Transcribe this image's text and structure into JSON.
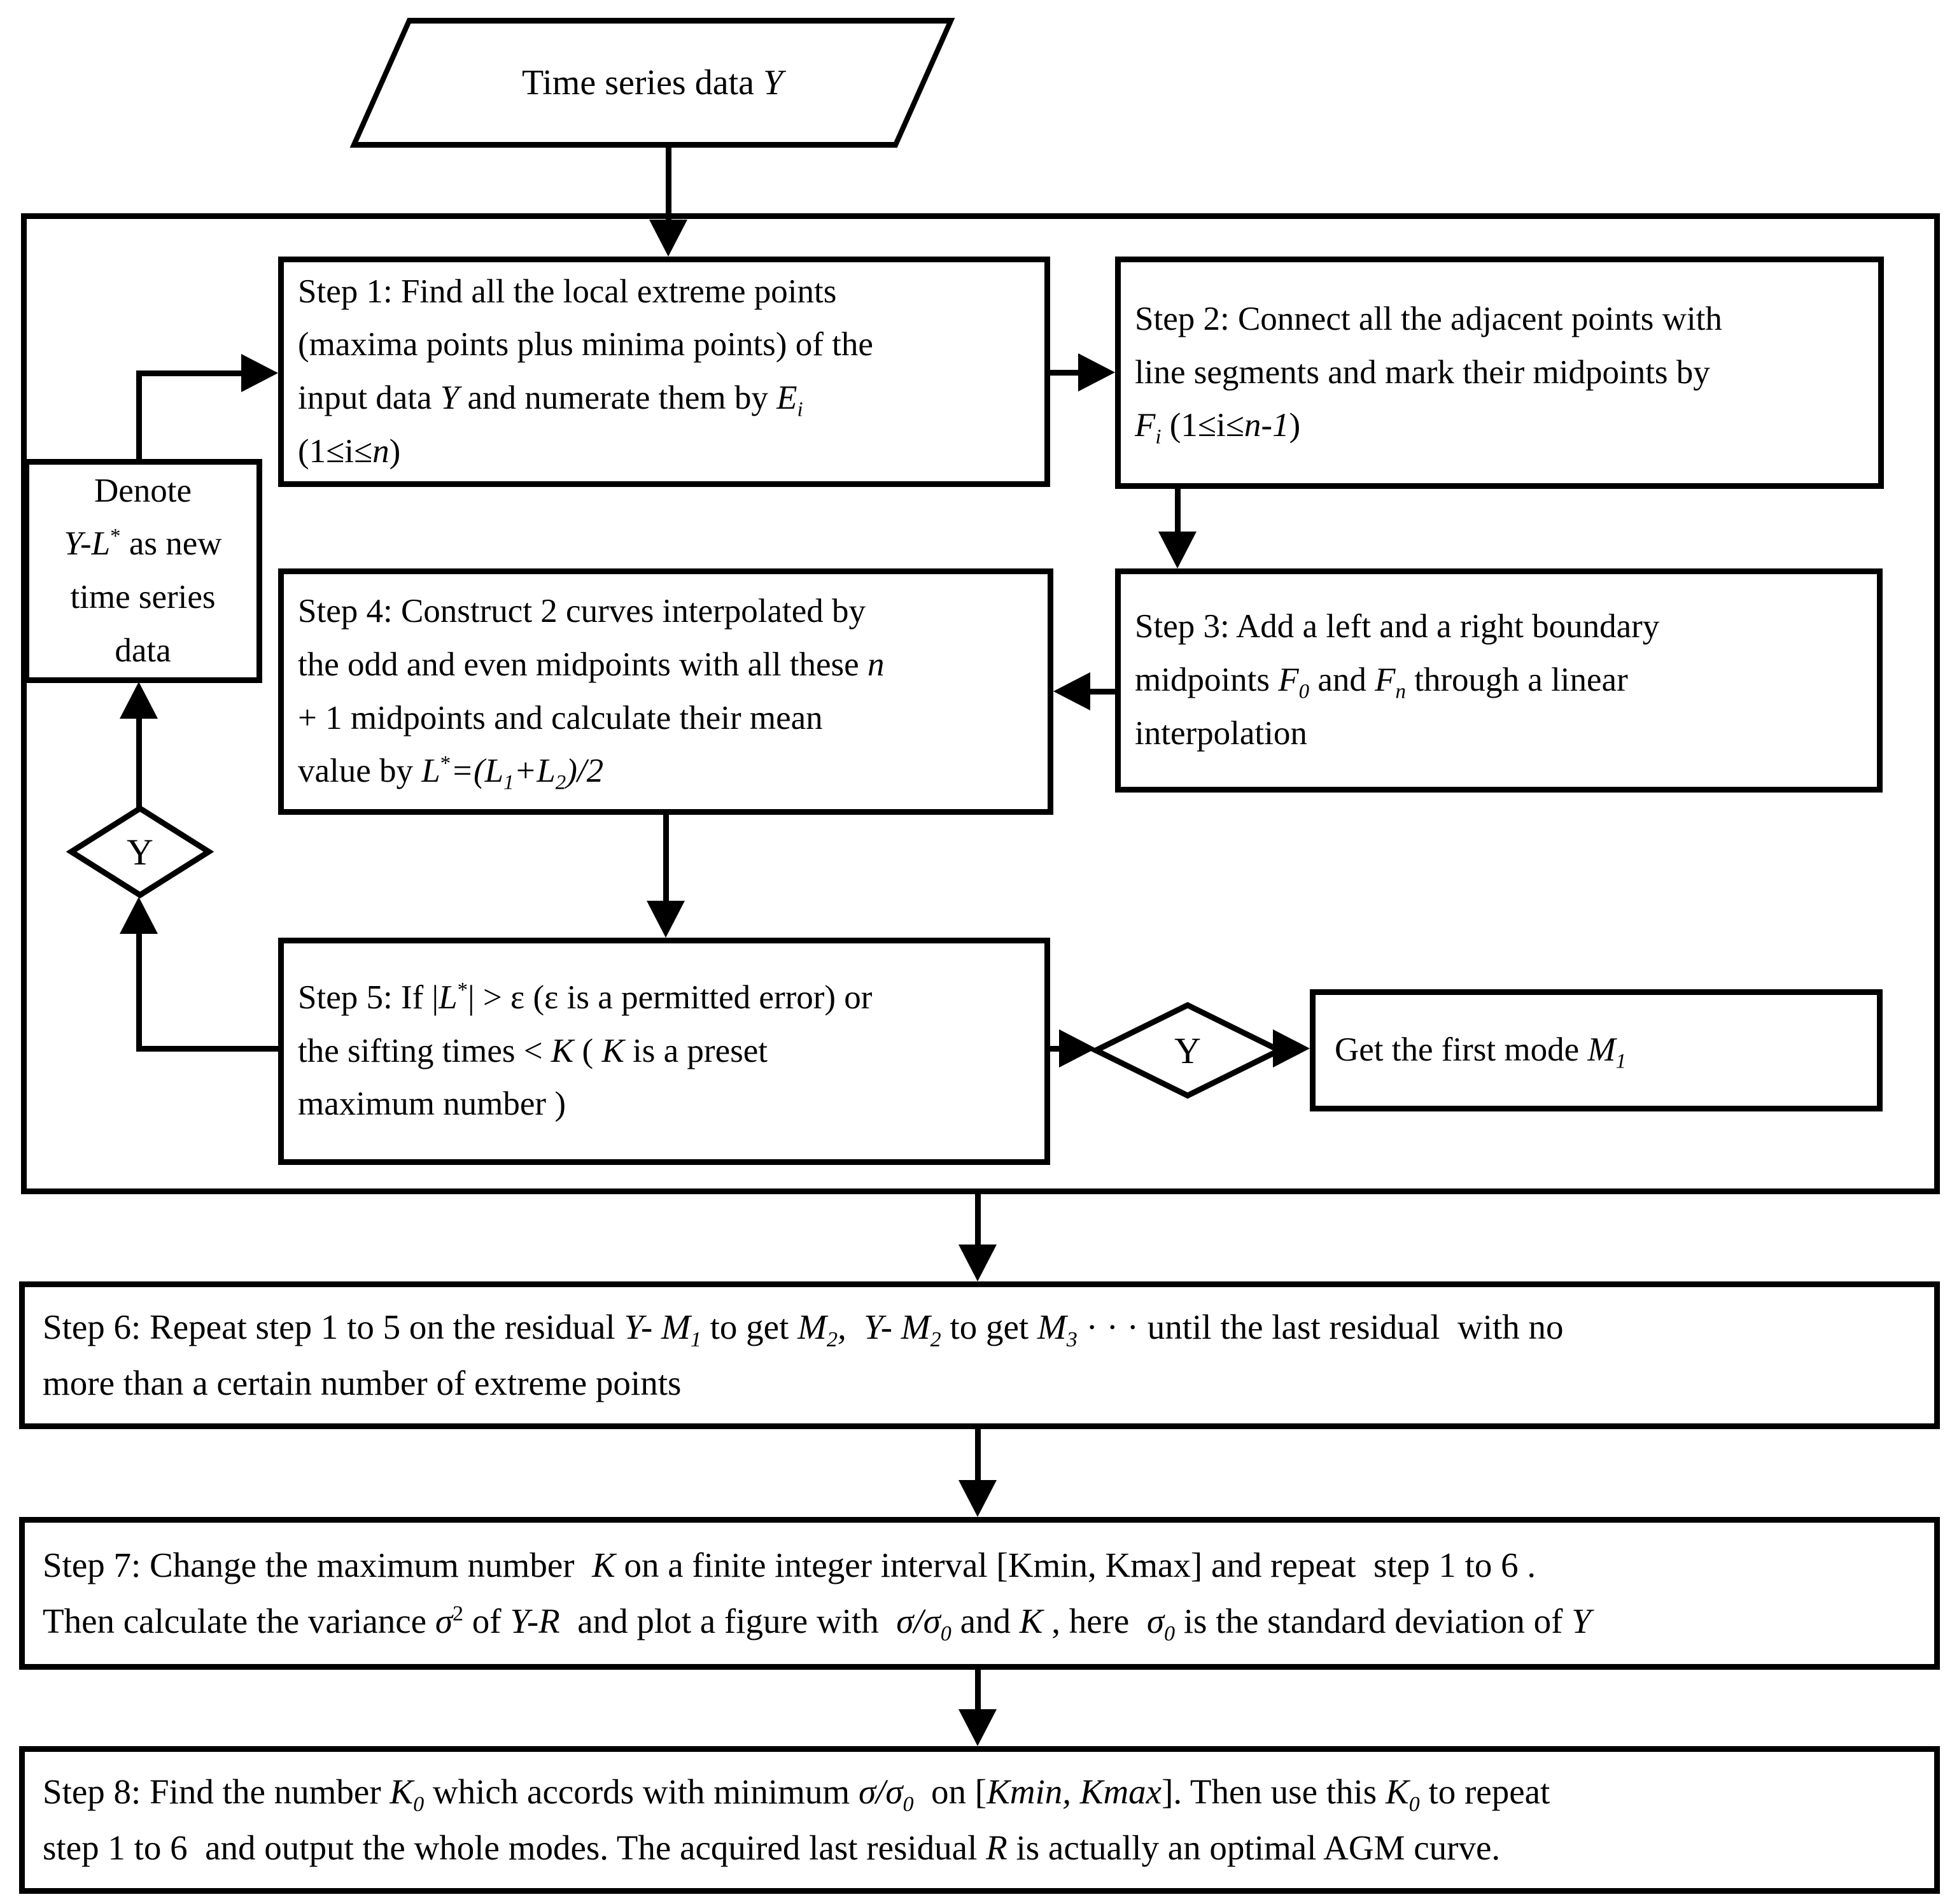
{
  "colors": {
    "line": "#000000",
    "background": "#ffffff"
  },
  "nodes": {
    "input": {
      "shape": "parallelogram",
      "text": "Time series data <i>Y</i>"
    },
    "step1": {
      "text": "Step 1: Find all the local extreme points<br>(maxima points plus minima points) of the<br>input data <i>Y</i> and numerate them by <i>E<sub>i</sub></i><br>(1≤i≤<i>n</i>)"
    },
    "step2": {
      "text": "Step 2: Connect all the adjacent points with<br>line segments and mark their midpoints by<br><i>F<sub>i</sub></i> (1≤i≤<i>n-1</i>)"
    },
    "step3": {
      "text": "Step 3: Add a left and a right boundary<br>midpoints <i>F<sub>0</sub></i> and <i>F<sub>n</sub></i> through a linear<br>interpolation"
    },
    "step4": {
      "text": "Step 4: Construct 2 curves interpolated by<br>the odd and even midpoints with all these <i>n</i><br>+ 1 midpoints and calculate their mean<br>value by <i>L</i><sup>*</sup><i>=(L<sub>1</sub>+L<sub>2</sub>)/2</i>"
    },
    "step5": {
      "text": "Step 5: If |<i>L</i><sup>*</sup>| &gt; ε (ε is a permitted error) or<br>the sifting times &lt; <i>K</i> ( <i>K</i> is a preset<br>maximum number )"
    },
    "denote": {
      "text": "Denote<br><i>Y-L</i><sup>*</sup> as new<br>time series<br>data"
    },
    "decision_left": {
      "label": "Y"
    },
    "decision_right": {
      "label": "Y"
    },
    "get_mode": {
      "text": "Get the first mode <i>M<sub>1</sub></i>"
    },
    "step6": {
      "text": "Step 6: Repeat step 1 to 5 on the residual <i>Y- M<sub>1</sub></i> to get <i>M<sub>2</sub>,&nbsp; Y- M<sub>2</sub></i> to get <i>M<sub>3</sub></i> · · · until the last residual&nbsp; with no<br>more than a certain number of extreme points"
    },
    "step7": {
      "text": "Step 7: Change the maximum number&nbsp; <i>K</i> on a finite integer interval [Kmin, Kmax] and repeat&nbsp; step 1 to 6 .<br>Then calculate the variance <i>σ</i><sup>2</sup> of <i>Y-R</i>&nbsp; and plot a figure with&nbsp; <i>σ/σ<sub>0</sub></i> and <i>K</i> , here&nbsp; <i>σ<sub>0</sub></i> is the standard deviation of <i>Y</i>"
    },
    "step8": {
      "text": "Step 8: Find the number <i>K<sub>0</sub></i> which accords with minimum <i>σ/σ<sub>0</sub></i>&nbsp; on [<i>Kmin, Kmax</i>]. Then use this <i>K<sub>0</sub></i> to repeat<br>step 1 to 6&nbsp; and output the whole modes. The acquired last residual <i>R</i> is actually an optimal AGM curve."
    }
  }
}
